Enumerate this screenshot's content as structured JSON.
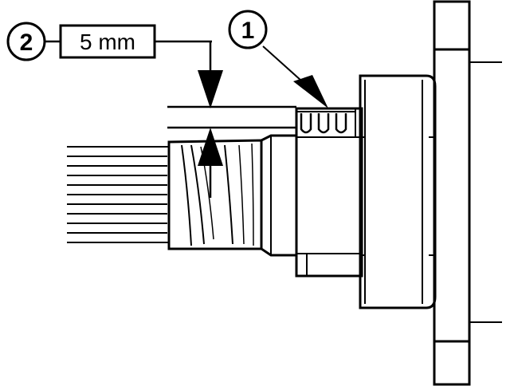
{
  "callouts": [
    {
      "number": "1"
    },
    {
      "number": "2"
    }
  ],
  "dimension": {
    "label": "5 mm"
  },
  "colors": {
    "ink": "#000000",
    "paper": "#ffffff"
  }
}
